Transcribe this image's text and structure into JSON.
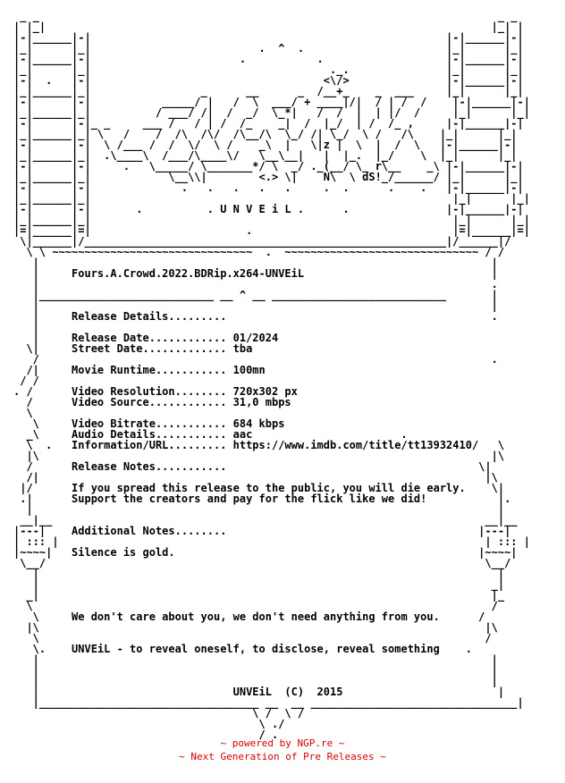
{
  "document": {
    "lines": [
      " _ _                                                                       _ _",
      "| |_|                                                                     |_| |",
      "|-|______|-|                                                       |-|______|-|",
      "|_|      |_|                          .  ^  .                      |_|      |_|",
      "|-|______|-|                       .           .                   |-|______|-|",
      "|_|      |_|                                     ._.               |_|      |_|",
      "|-|  .   |-|                                    <\\/>               |-|______|-|",
      "|_|______|_|                 _      __      _  /__+_    _  ___     |_|      |_|",
      "|-|      |-|           _____/ |   /  \\  ___/ + ____|/|  / | /  /    |-|______|-|",
      "|_|______|_|          / ___/ /|  /  _/  \\_*|   /  /  |  | |/  /     |_|      |_|",
      "|-|      |-|_ _     ___ /   / | /  /_    _|  /  |_/  | /  /_ ,     |-|______|-|",
      "|_|______|_| \\   /    /  /\\  /\\/  /\\__/\\  \\_/ /| \\_/  \\ /   /\\    |_|      |_|",
      "|-|      |-|  \\ /___ /  /  \\/  \\ /    _\\  |   \\|z |  \\  |  /  \\   |-|______|-|",
      "|_|______|_|  .\\____\\  /___/\\____\\/   \\__\\__|   |  |_.  |_/    \\  |_|      |_|",
      "|-|      |-|     .   \\_____/ \\_______*/ \\  _/ ._(__/ \\_ r\\__    _\\ |-|______|-|",
      "|_|______|_|            \\__\\\\|        <.> \\|    N\\  \\ dS!_/______/ |_|      |_|",
      "|-|      |-|              .   .   .   .   .     .  .      .    .   |-|______|-|",
      "|_|______|_|                                                        |_|      |_|",
      "|-|      |-|       .          . U N V E i L .      .               |-|______|-|",
      "|_|______|_|                                                        |_|      |_|",
      "|=|______|=|                        .                               |=|______|=|",
      " \\|______|/________________________________________________________|/______|/ ",
      "  \\ \\ ~~~~~~~~~~~~~~~~~~~~~~~~~~~~~~~  .  ~~~~~~~~~~~~~~~~~~~~~~~~~~~~~~ / /",
      "   |                                                                      |",
      "   |     Fours.A.Crowd.2022.BDRip.x264-UNVEiL                             |",
      "   |                                                                      .",
      "   |___________________________ __ ^ __ ___________________________       |",
      "   |                                                                      |",
      "   |     Release Details.........                                         .",
      "   |                                                                      ",
      "   |     Release Date............ 01/2024                                 ",
      "  \\|     Street Date............. tba                                      ",
      "   /                                                                      .",
      "  /|     Movie Runtime........... 100mn                                    ",
      " / /                                                                       ",
      ". /      Video Resolution........ 720x302 px                               ",
      "  /      Video Source............ 31,0 mbps                                ",
      "  \\                                                                       ",
      "   \\     Video Bitrate........... 684 kbps                                ",
      "  _\\     Audio Details........... aac                       .              ",
      "  \\  .   Information/URL......... https://www.imdb.com/title/tt13932410/   \\",
      "  |\\                                                                      |\\",
      "  /      Release Notes...........                                       \\|",
      "  /|                                                                     |\\",
      " |/      If you spread this release to the public, you will die early.    \\|",
      " .|      Support the creators and pay for the flick like we did!           |.",
      "  |                                                                        |",
      " __|__                                                                   __|__",
      "|---|    Additional Notes........                                       |---|",
      "| ::: |                                                                  | ::: |",
      "|~~~~|   Silence is gold.                                               |~~~~|",
      " \\__/                                                                    \\__/",
      "   |                                                                       |",
      "   |                                                                      _|",
      "  _|                                                                      |_",
      "  \\                                                                       /",
      "   \\     We don't care about you, we don't need anything from you.      /",
      "  |\\                                                                     |\\",
      "   \\                                                                     /",
      "   \\.    UNVEiL - to reveal oneself, to disclose, reveal something    .",
      "   |                                                                      |",
      "   |                                                                      |",
      "   |                                                                      |",
      "   |                              UNVEiL  (C)  2015                        |",
      "   |__________________________________ __  __ ________________________________|",
      "                                     \\ /  \\ /",
      "                                      \\ ./",
      "                                      / .",
      "",
      ""
    ]
  },
  "footer": {
    "line1": "~ powered by NGP.re ~",
    "line2": "~ Next Generation of Pre Releases ~"
  }
}
